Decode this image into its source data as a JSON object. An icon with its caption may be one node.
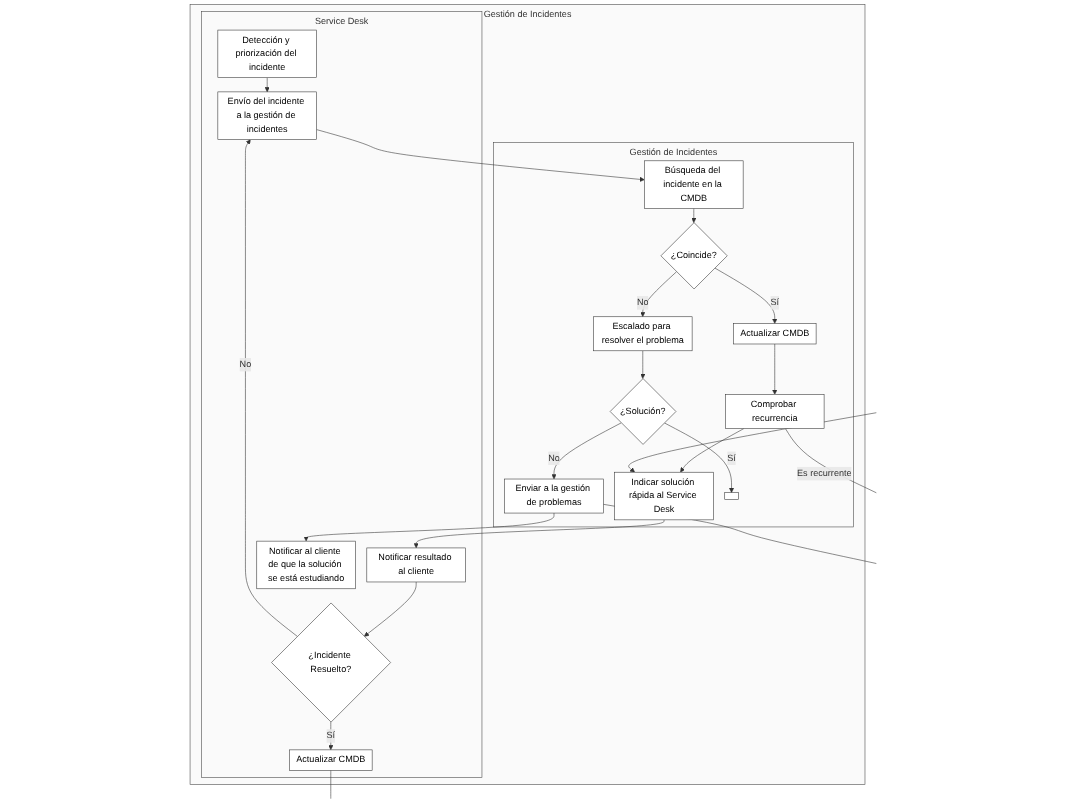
{
  "diagram": {
    "nodes": [
      {
        "text": [
          "Gestión de Incidentes"
        ]
      },
      {
        "text": [
          "Service Desk"
        ],
        "in": 0
      },
      {
        "text": [
          "Gestión de Incidentes"
        ],
        "in": 0
      },
      {
        "text": [
          "Detección y priorización del incidente"
        ],
        "in": 1
      },
      {
        "text": [
          "Envío del incidente a la gestión de incidentes"
        ],
        "in": 1
      },
      {
        "text": [
          "Notificar resultado al cliente"
        ],
        "in": 1
      },
      {
        "text": [
          "¿Incidente Resuelto?"
        ],
        "in": 1
      },
      {
        "text": [
          "Actualizar CMDB"
        ],
        "in": 1
      },
      {
        "text": [
          "Notificar al cliente de que la solución se está estudiando"
        ],
        "in": 1
      },
      {
        "text": [
          "Búsqueda del incidente en la CMDB"
        ],
        "in": 2
      },
      {
        "text": [
          "¿Coincide?"
        ],
        "in": 2
      },
      {
        "text": [
          "Actualizar CMDB"
        ],
        "in": 2
      },
      {
        "text": [
          "Comprobar recurrencia"
        ],
        "in": 2
      },
      {
        "text": [
          "Indicar solución rápida al Service Desk"
        ],
        "in": 2
      },
      {
        "text": [
          "Escalado para resolver el problema"
        ],
        "in": 2
      },
      {
        "text": [
          "¿Solución?"
        ],
        "in": 2
      },
      {
        "text": [
          "Enviar a la gestión de problemas"
        ],
        "in": 2
      },
      {
        "text": [],
        "shape": "box",
        "in": 2
      }
    ],
    "edges": [
      {
        "from": 3,
        "to": 4,
        "arrow": "to"
      },
      {
        "from": 5,
        "to": 6,
        "arrow": "to"
      },
      {
        "from": 6,
        "to": 7,
        "label": "Sí",
        "arrow": "to"
      },
      {
        "from": 6,
        "to": 4,
        "label": "No",
        "arrow": "to"
      },
      {
        "from": 7,
        "to": null,
        "arrow": "none"
      },
      {
        "from": 4,
        "to": 9,
        "arrow": "to"
      },
      {
        "from": 9,
        "to": 10,
        "arrow": "to"
      },
      {
        "from": 10,
        "to": 11,
        "label": "Sí",
        "arrow": "to"
      },
      {
        "from": 10,
        "to": 14,
        "label": "No",
        "arrow": "to"
      },
      {
        "from": 11,
        "to": 12,
        "arrow": "to"
      },
      {
        "from": 12,
        "to": 13,
        "arrow": "to"
      },
      {
        "from": 12,
        "to": null,
        "label": "Es recurrente",
        "arrow": "none"
      },
      {
        "from": 13,
        "to": 5,
        "arrow": "to"
      },
      {
        "from": 14,
        "to": 15,
        "arrow": "to"
      },
      {
        "from": 15,
        "to": 16,
        "label": "No",
        "arrow": "to"
      },
      {
        "from": 15,
        "to": 17,
        "label": "Sí",
        "arrow": "to"
      },
      {
        "from": 16,
        "to": 8,
        "arrow": "to"
      },
      {
        "from": 16,
        "to": null,
        "arrow": "none"
      },
      {
        "from": null,
        "to": 13,
        "arrow": "to"
      }
    ]
  }
}
